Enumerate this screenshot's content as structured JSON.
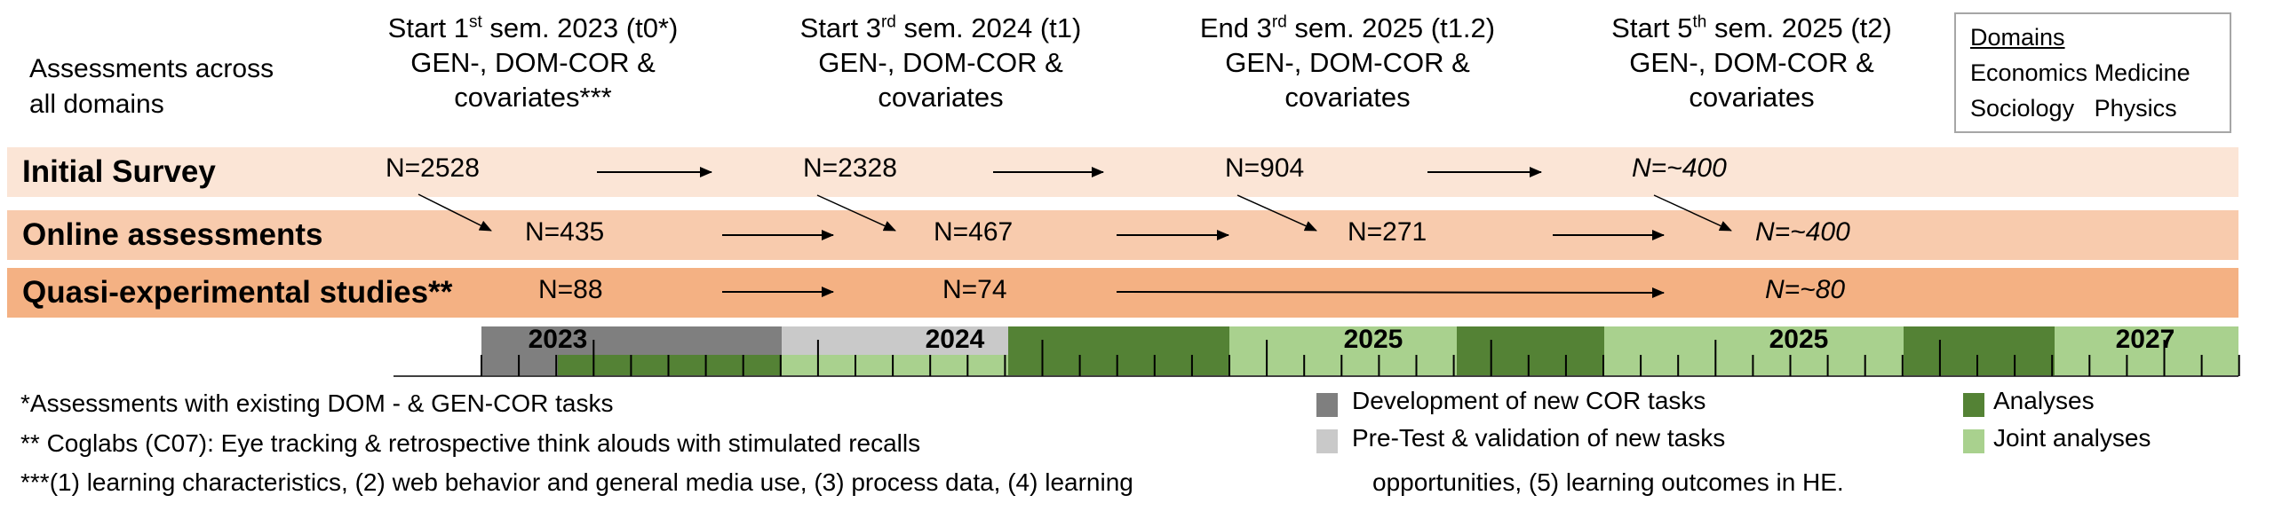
{
  "header": {
    "assessments_label": [
      "Assessments across",
      "all domains"
    ],
    "columns": [
      {
        "pre": "Start 1",
        "sup": "st",
        "post": " sem. 2023 (t0*)",
        "line2": "GEN-, DOM-COR &",
        "line3": "covariates***"
      },
      {
        "pre": "Start 3",
        "sup": "rd",
        "post": " sem. 2024 (t1)",
        "line2": "GEN-, DOM-COR &",
        "line3": "covariates"
      },
      {
        "pre": "End 3",
        "sup": "rd",
        "post": " sem. 2025 (t1.2)",
        "line2": "GEN-, DOM-COR &",
        "line3": "covariates"
      },
      {
        "pre": "Start 5",
        "sup": "th",
        "post": " sem. 2025 (t2)",
        "line2": "GEN-, DOM-COR &",
        "line3": "covariates"
      }
    ]
  },
  "domains": {
    "title": "Domains",
    "items": [
      "Economics",
      "Medicine",
      "Sociology",
      "Physics"
    ]
  },
  "rows": [
    {
      "title": "Initial Survey",
      "color": "#FBE5D6",
      "n": [
        "N=2528",
        "N=2328",
        "N=904",
        "N=~400"
      ]
    },
    {
      "title": "Online assessments",
      "color": "#F8CBAD",
      "n": [
        "N=435",
        "N=467",
        "N=271",
        "N=~400"
      ]
    },
    {
      "title": "Quasi-experimental studies**",
      "color": "#F4B183",
      "n": [
        "N=88",
        "N=74",
        "N=~80"
      ]
    }
  ],
  "timeline": {
    "years": [
      "2023",
      "2024",
      "2025",
      "2025",
      "2027"
    ]
  },
  "footnotes": [
    "*Assessments with existing DOM - & GEN-COR tasks",
    "** Coglabs (C07): Eye tracking & retrospective think alouds  with stimulated recalls",
    "***(1) learning characteristics, (2) web behavior and general media use, (3) process data, (4) learning",
    "opportunities, (5) learning   outcomes in HE."
  ],
  "legend": [
    {
      "label": "Development of new COR tasks",
      "color": "#7F7F7F"
    },
    {
      "label": "Pre-Test & validation of new tasks",
      "color": "#C9C9C9"
    },
    {
      "label": "Analyses",
      "color": "#548235"
    },
    {
      "label": "Joint analyses",
      "color": "#A9D18E"
    }
  ]
}
